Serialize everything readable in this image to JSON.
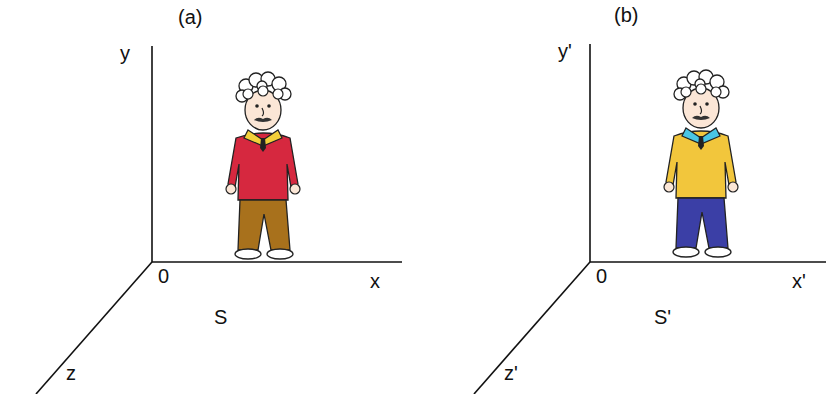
{
  "diagram": {
    "labels": [
      "(a)",
      "y",
      "x",
      "z",
      "0",
      "S",
      "(b)",
      "y'",
      "x'",
      "z'",
      "0",
      "S'"
    ]
  }
}
